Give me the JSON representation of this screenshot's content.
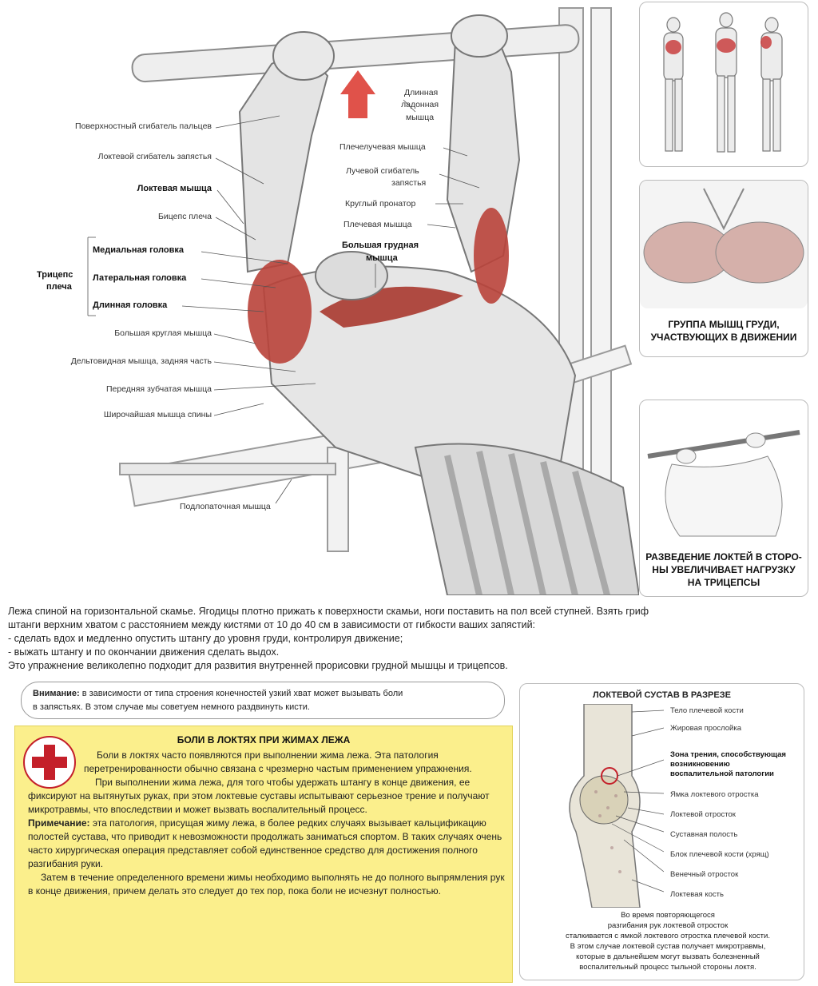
{
  "main_labels_left": [
    "Поверхностный сгибатель пальцев",
    "Локтевой сгибатель запястья",
    "Локтевая мышца",
    "Бицепс плеча",
    "Медиальная головка",
    "Латеральная головка",
    "Длинная головка",
    "Большая круглая мышца",
    "Дельтовидная мышца, задняя часть",
    "Передняя зубчатая мышца",
    "Широчайшая мышца спины",
    "Подлопаточная мышца"
  ],
  "triceps_label_line1": "Трицепс",
  "triceps_label_line2": "плеча",
  "main_labels_right": [
    "Длинная",
    "ладонная",
    "мышца",
    "Плечелучевая мышца",
    "Лучевой сгибатель",
    "запястья",
    "Круглый пронатор",
    "Плечевая мышца",
    "Большая грудная",
    "мышца"
  ],
  "chest_caption_line1": "ГРУППА МЫШЦ ГРУДИ,",
  "chest_caption_line2": "УЧАСТВУЮЩИХ В ДВИЖЕНИИ",
  "elbow_caption_line1": "РАЗВЕДЕНИЕ ЛОКТЕЙ В СТОРО-",
  "elbow_caption_line2": "НЫ УВЕЛИЧИВАЕТ НАГРУЗКУ",
  "elbow_caption_line3": "НА ТРИЦЕПСЫ",
  "description": [
    "Лежа спиной на горизонтальной скамье. Ягодицы плотно прижать к поверхности скамьи, ноги поставить на пол всей ступней. Взять гриф",
    "штанги верхним хватом с расстоянием между кистями от 10 до 40 см в зависимости от гибкости ваших запястий:",
    "-  сделать вдох и медленно опустить штангу до уровня груди, контролируя движение;",
    "-  выжать штангу и по окончании движения сделать выдох.",
    "Это упражнение великолепно подходит для развития внутренней прорисовки грудной мышцы и трицепсов."
  ],
  "attention_label": "Внимание:",
  "attention_text_1": " в зависимости от типа строения конечностей узкий хват может вызывать боли",
  "attention_text_2": "в запястьях. В этом случае мы советуем немного раздвинуть кисти.",
  "pain_title": "БОЛИ В ЛОКТЯХ ПРИ ЖИМАХ ЛЕЖА",
  "pain_p1": "Боли в локтях часто появляются при выполнении жима лежа. Эта патология перетренированности обычно связана с чрезмерно частым применением упражнения.",
  "pain_p2": "При выполнении жима лежа, для того чтобы удержать штангу в конце движения, ее фиксируют на вытянутых руках, при этом локтевые суставы испытывают серьезное трение и получают микротравмы, что впоследствии и может вызвать воспалительный процесс.",
  "pain_note_label": "Примечание:",
  "pain_note_text": " эта патология, присущая жиму лежа, в более редких случаях вызывает кальцификацию полостей сустава, что приводит к невозможности продолжать заниматься спортом. В таких случаях очень часто хирургическая операция представляет собой единственное средство для достижения полного разгибания руки.",
  "pain_p3": "Затем в течение определенного времени жимы необходимо выполнять не до полного выпрямления рук в конце движения, причем делать это следует до тех пор, пока боли не исчезнут полностью.",
  "joint_title": "ЛОКТЕВОЙ СУСТАВ В РАЗРЕЗЕ",
  "joint_labels": [
    "Тело плечевой кости",
    "Жировая прослойка",
    "Зона трения, способствующая",
    "возникновению",
    "воспалительной патологии",
    "Ямка локтевого отростка",
    "Локтевой отросток",
    "Суставная полость",
    "Блок плечевой кости (хрящ)",
    "Венечный отросток",
    "Локтевая кость"
  ],
  "joint_footer": [
    "Во время повторяющегося",
    "разгибания рук локтевой отросток",
    "сталкивается с ямкой локтевого отростка плечевой кости.",
    "В этом случае локтевой сустав получает микротравмы,",
    "которые в дальнейшем могут вызвать болезненный",
    "воспалительный процесс тыльной стороны локтя."
  ],
  "colors": {
    "muscle": "#b9433a",
    "highlight_yellow": "#fbef8c",
    "arrow_red": "#e0524a",
    "cross_red": "#c4202a"
  }
}
